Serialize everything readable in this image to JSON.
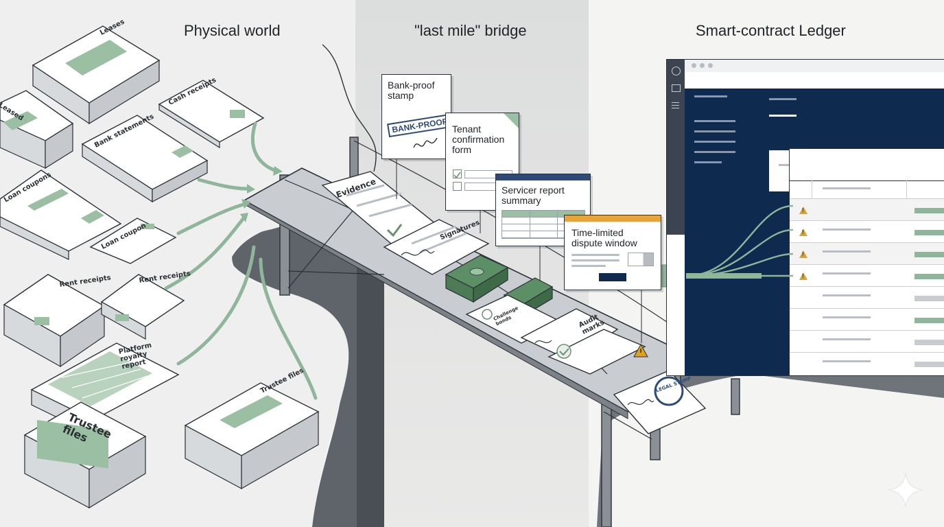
{
  "sections": {
    "left_title": "Physical world",
    "middle_title": "\"last mile\" bridge",
    "right_title": "Smart-contract Ledger"
  },
  "physical_documents": [
    "Leases",
    "Leased",
    "Cash receipts",
    "Bank statements",
    "Loan coupons",
    "Loan coupon",
    "Rent receipts",
    "Rent receipts",
    "Platform royalty report",
    "Trustee files",
    "Trustee files"
  ],
  "bridge_documents": [
    "Evidence",
    "Signatures",
    "Audit marks",
    "Challenge bonds"
  ],
  "bridge_cards": {
    "bank_proof": {
      "title": "Bank-proof\nstamp",
      "stamp_text": "BANK-PROOF"
    },
    "tenant_form": {
      "title": "Tenant\nconfirmation\nform"
    },
    "servicer_report": {
      "title": "Servicer report\nsummary"
    },
    "dispute_window": {
      "title": "Time-limited\ndispute window"
    }
  },
  "legal_stamp_text": "LEGAL STAMP",
  "colors": {
    "accent_green": "#8fb59a",
    "ledger_navy": "#0f2a4f",
    "warning": "#e0a020",
    "window_titlebar_blue": "#2d4a76",
    "window_titlebar_orange": "#e8a33a"
  },
  "ledger_window": {
    "flagged_rows": 4,
    "total_rows": 8
  },
  "icons": [
    "search-icon",
    "warning-icon",
    "check-icon",
    "signature-icon",
    "cash-bundle-icon",
    "menu-icon",
    "sparkle-icon"
  ]
}
